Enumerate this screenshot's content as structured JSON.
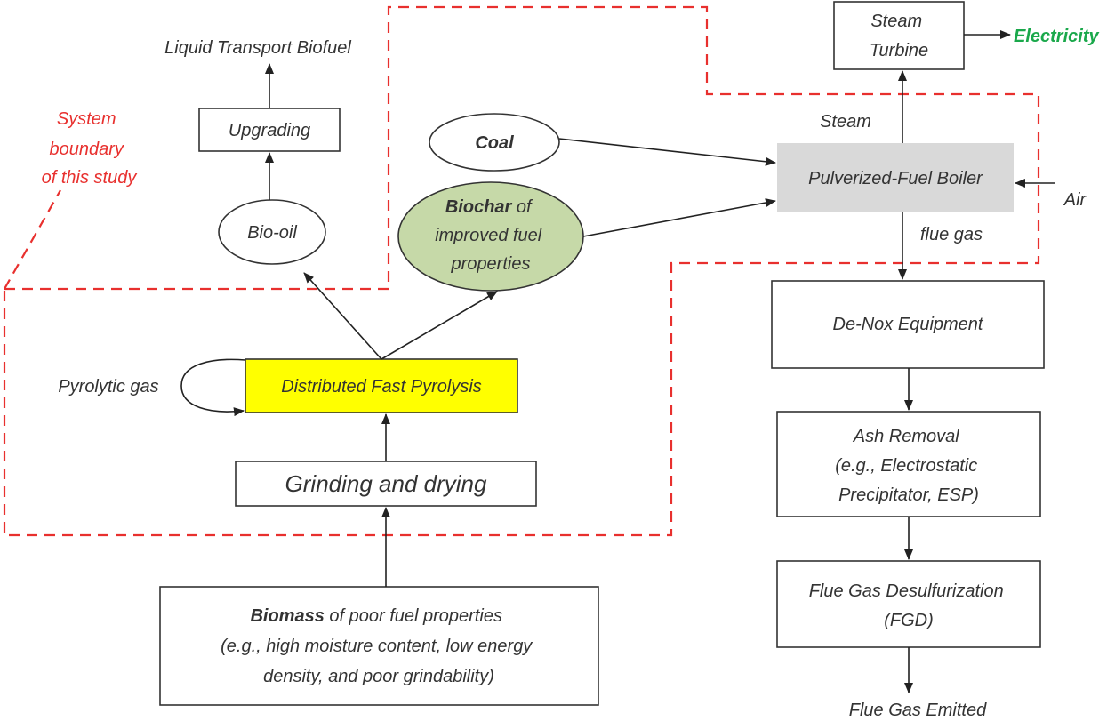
{
  "boundary_label": [
    "System",
    "boundary",
    "of this study"
  ],
  "nodes": {
    "liquid_fuel": "Liquid Transport Biofuel",
    "upgrading": "Upgrading",
    "bio_oil": "Bio-oil",
    "coal": "Coal",
    "biochar": {
      "bold": "Biochar",
      "rest": " of",
      "line2": "improved fuel",
      "line3": "properties"
    },
    "pyrolytic_gas": "Pyrolytic gas",
    "fast_pyrolysis": "Distributed Fast Pyrolysis",
    "grinding": "Grinding and drying",
    "biomass": {
      "bold": "Biomass",
      "rest": " of poor fuel properties",
      "line2": "(e.g., high moisture content, low energy",
      "line3": "density, and poor grindability)"
    },
    "steam_turbine": [
      "Steam",
      "Turbine"
    ],
    "electricity": "Electricity",
    "steam": "Steam",
    "boiler": "Pulverized-Fuel Boiler",
    "air": "Air",
    "flue_gas": "flue gas",
    "denox": "De-Nox Equipment",
    "ash_removal": [
      "Ash Removal",
      "(e.g., Electrostatic",
      "Precipitator, ESP)"
    ],
    "fgd": [
      "Flue Gas Desulfurization",
      "(FGD)"
    ],
    "flue_emitted": "Flue Gas Emitted"
  },
  "colors": {
    "boundary": "#e8302e",
    "electricity": "#1aa84b",
    "biochar_fill": "#c6d9a8",
    "pyrolysis_fill": "#ffff00",
    "boiler_fill": "#d9d9d9"
  }
}
